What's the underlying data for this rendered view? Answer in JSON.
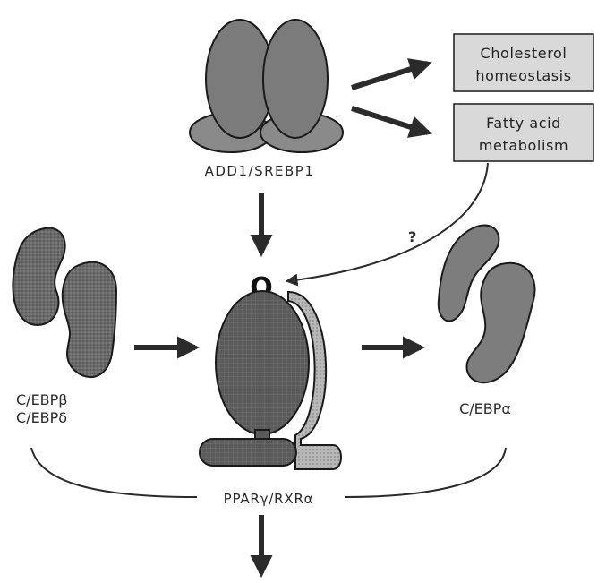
{
  "boxes": {
    "cholesterol": {
      "line1": "Cholesterol",
      "line2": "homeostasis"
    },
    "fatty_acid": {
      "line1": "Fatty acid",
      "line2": "metabolism"
    }
  },
  "labels": {
    "add1": "ADD1/SREBP1",
    "question": "?",
    "ligand": "O",
    "cebp_b": "C/EBPβ",
    "cebp_d": "C/EBPδ",
    "cebp_a": "C/EBPα",
    "ppar": "PPARγ/RXRα"
  },
  "colors": {
    "protein_dark": "#5c5c5c",
    "protein_mid": "#7d7d7d",
    "protein_light": "#a9a9a9",
    "box_fill": "#d9d9d9",
    "stroke": "#1a1a1a"
  }
}
